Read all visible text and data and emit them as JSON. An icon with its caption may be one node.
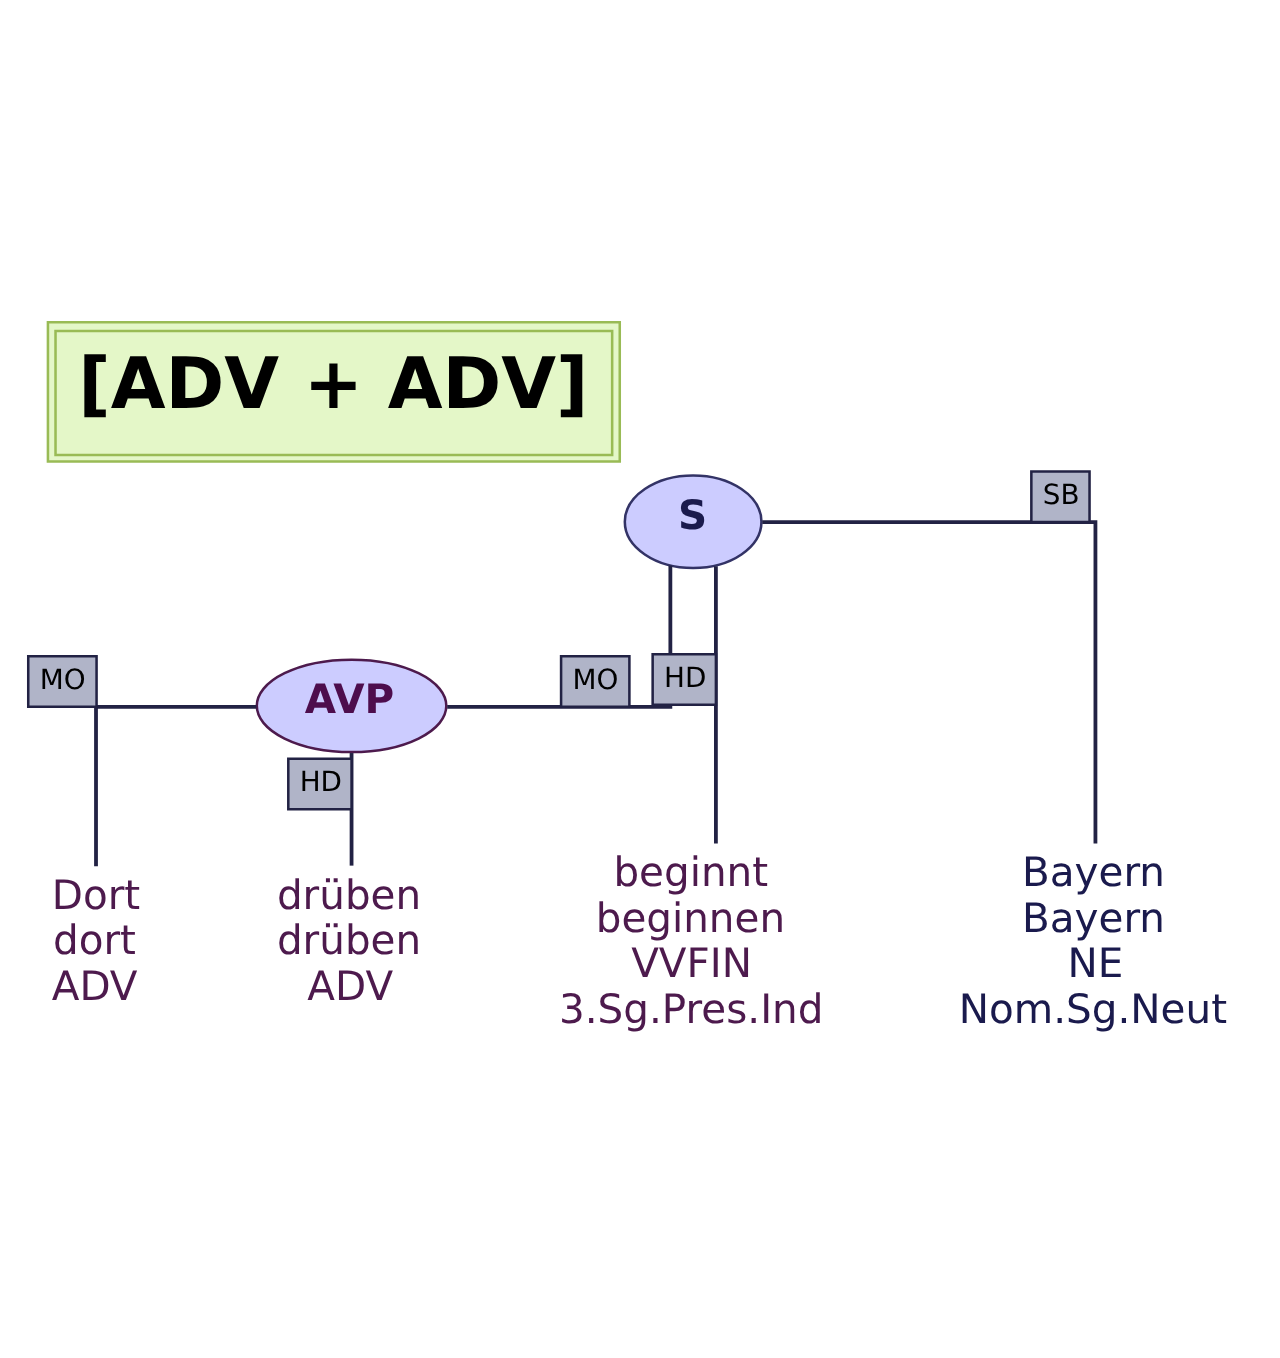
{
  "diagram": {
    "title": "[ADV + ADV]",
    "nodes": [
      {
        "text": [
          "S"
        ]
      },
      {
        "text": [
          "AVP"
        ]
      },
      {
        "text": [
          "Dort",
          "dort",
          "ADV"
        ]
      },
      {
        "text": [
          "drüben",
          "drüben",
          "ADV"
        ]
      },
      {
        "text": [
          "beginnt",
          "beginnen",
          "VVFIN",
          "3.Sg.Pres.Ind"
        ]
      },
      {
        "text": [
          "Bayern",
          "Bayern",
          "NE",
          "Nom.Sg.Neut"
        ]
      }
    ],
    "edges": [
      {
        "from": 0,
        "to": 1,
        "arrow": "none",
        "label": "MO"
      },
      {
        "from": 0,
        "to": 4,
        "arrow": "none",
        "label": "HD"
      },
      {
        "from": 0,
        "to": 5,
        "arrow": "none",
        "label": "SB"
      },
      {
        "from": 1,
        "to": 2,
        "arrow": "none",
        "label": "MO"
      },
      {
        "from": 1,
        "to": 3,
        "arrow": "none",
        "label": "HD"
      }
    ]
  }
}
